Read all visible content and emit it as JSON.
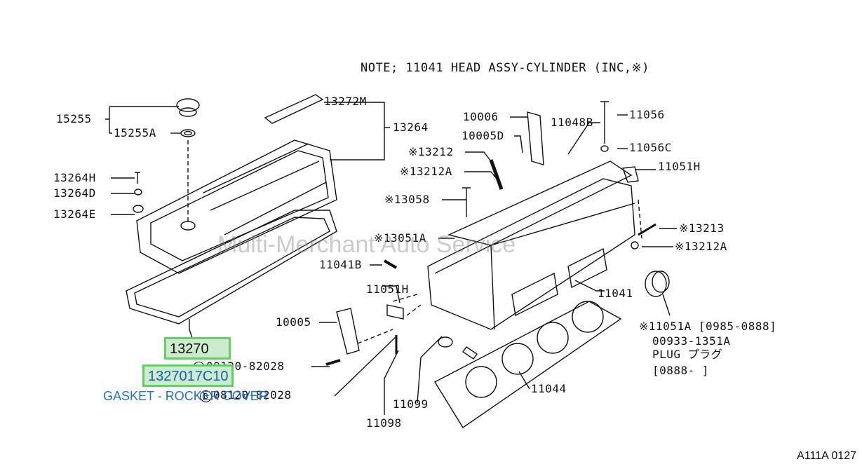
{
  "note": "NOTE; 11041 HEAD ASSY-CYLINDER (INC,※)",
  "labels": {
    "p15255": "15255",
    "p15255a": "15255A",
    "p13272m": "13272M",
    "p13264": "13264",
    "p13264h": "13264H",
    "p13264d": "13264D",
    "p13264e": "13264E",
    "p10006": "10006",
    "p10005d": "10005D",
    "p11048b": "11048B",
    "p11056": "11056",
    "p11056c": "11056C",
    "p13212": "※13212",
    "p13212a": "※13212A",
    "p11051h_top": "11051H",
    "p13058": "※13058",
    "p13051a": "※13051A",
    "p13213": "※13213",
    "p13212a_right": "※13212A",
    "p11041b": "11041B",
    "p11051h_mid": "11051H",
    "p11041": "11041",
    "p10005": "10005",
    "p11051a": "※11051A [0985-0888]",
    "p00933": "00933-1351A",
    "plug": "PLUG プラグ",
    "p0888": "[0888-   ]",
    "p08120": "08120-82028",
    "p08120b": "08120-82028",
    "p11044": "11044",
    "p11099": "11099",
    "p11098": "11098"
  },
  "highlights": {
    "part13270": "13270",
    "part1327017c10": "1327017C10"
  },
  "caption": "GASKET - ROCKER COVER",
  "watermark": "Multi-Merchant Auto Service",
  "reference": "A111A 0127"
}
